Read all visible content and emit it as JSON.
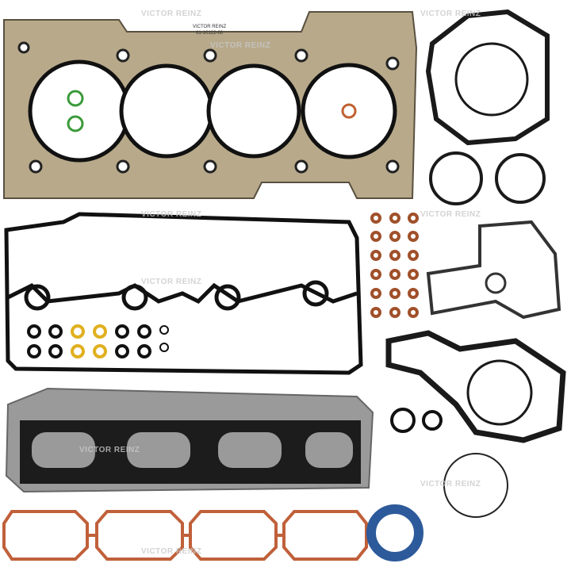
{
  "watermark": "VICTOR REINZ",
  "gasket_stamp": {
    "brand": "VICTOR REINZ",
    "part_number": "61-10122-00"
  },
  "colors": {
    "head_gasket": "#b7a98a",
    "rubber": "#1a1a1a",
    "heat_shield": "#9a9a9a",
    "intake": "#c0603a",
    "seal_blue": "#2d5a9a",
    "valve_seal": "#a0502a",
    "o_ring_green": "#3a9a3a",
    "o_ring_yellow": "#e0b020"
  }
}
